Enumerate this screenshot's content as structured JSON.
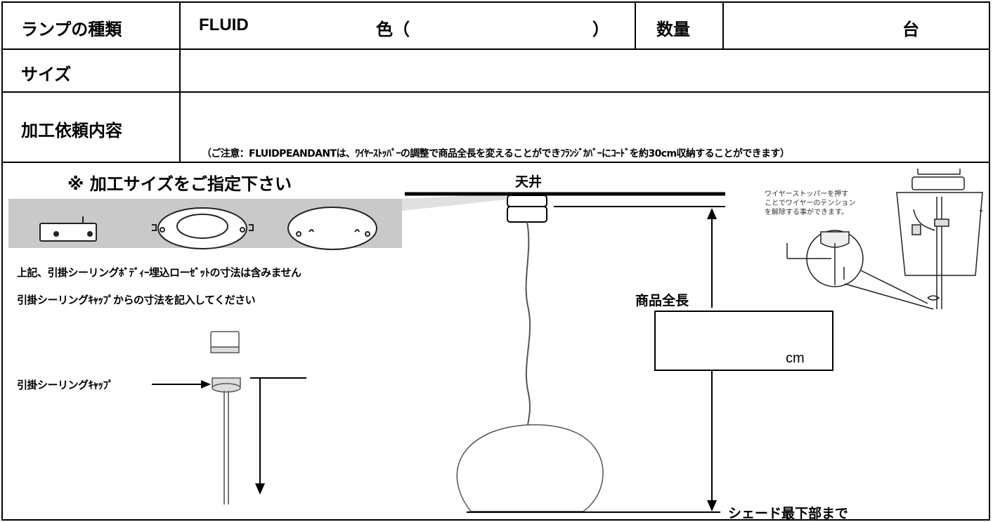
{
  "form": {
    "lamp_type_label": "ランプの種類",
    "product_name": "FLUID",
    "color_label": "色（",
    "color_close": "）",
    "color_value": "",
    "quantity_label": "数量",
    "quantity_unit": "台",
    "quantity_value": "",
    "size_label": "サイズ",
    "size_value": "",
    "request_label": "加工依頼内容",
    "request_value": "",
    "note": "（ご注意：FLUIDPEANDANTは、ﾜｲﾔｰｽﾄｯﾊﾟｰの調整で商品全長を変えることができﾌﾗﾝｼﾞｶﾊﾞｰにｺｰﾄﾞを約30cm収納することができます）"
  },
  "diagram": {
    "instruction_title": "※  加工サイズをご指定下さい",
    "exclusion_note": "上記、引掛シーリングﾎﾞﾃﾞｨｰ埋込ローｾﾞｯﾄの寸法は含みません",
    "measure_note": "引掛シーリングｷｬｯﾌﾟからの寸法を記入してください",
    "cap_label": "引掛シーリングｷｬｯﾌﾟ",
    "ceiling_label": "天井",
    "total_length_label": "商品全長",
    "unit_cm": "cm",
    "length_value": "",
    "bottom_label": "シェード最下部まで",
    "stopper_caption": [
      "ワイヤーストッパーを押す",
      "ことでワイヤーのテンション",
      "を解除する事ができます。"
    ]
  }
}
